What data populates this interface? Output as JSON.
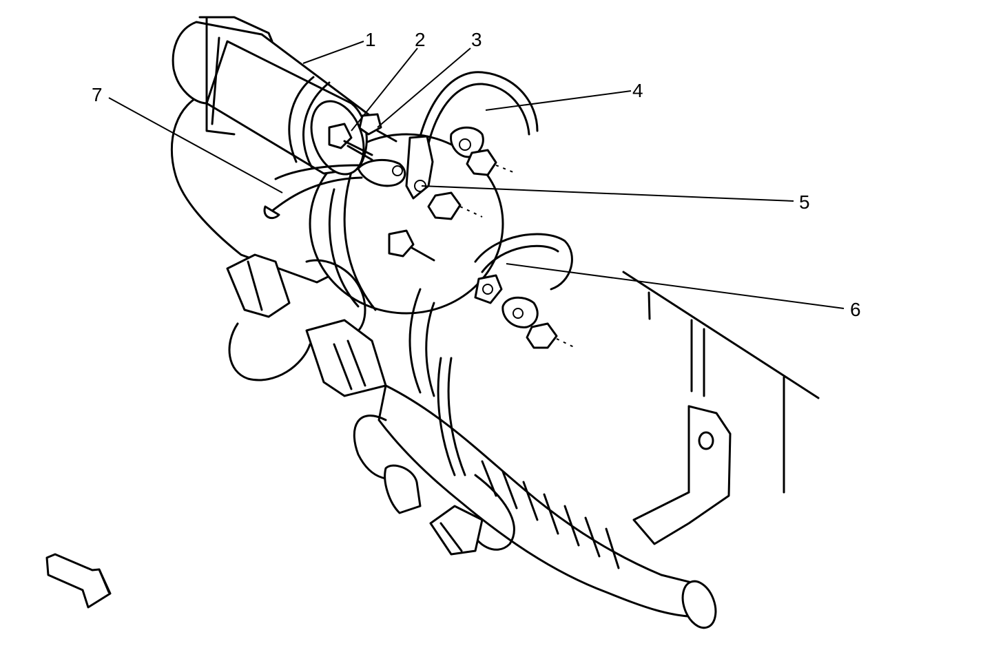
{
  "callouts": [
    {
      "id": "1",
      "label": "1"
    },
    {
      "id": "2",
      "label": "2"
    },
    {
      "id": "3",
      "label": "3"
    },
    {
      "id": "4",
      "label": "4"
    },
    {
      "id": "5",
      "label": "5"
    },
    {
      "id": "6",
      "label": "6"
    },
    {
      "id": "7",
      "label": "7"
    }
  ],
  "icons": {
    "orientation": "direction-arrow-icon"
  },
  "colors": {
    "ink": "#000000",
    "paper": "#ffffff"
  }
}
